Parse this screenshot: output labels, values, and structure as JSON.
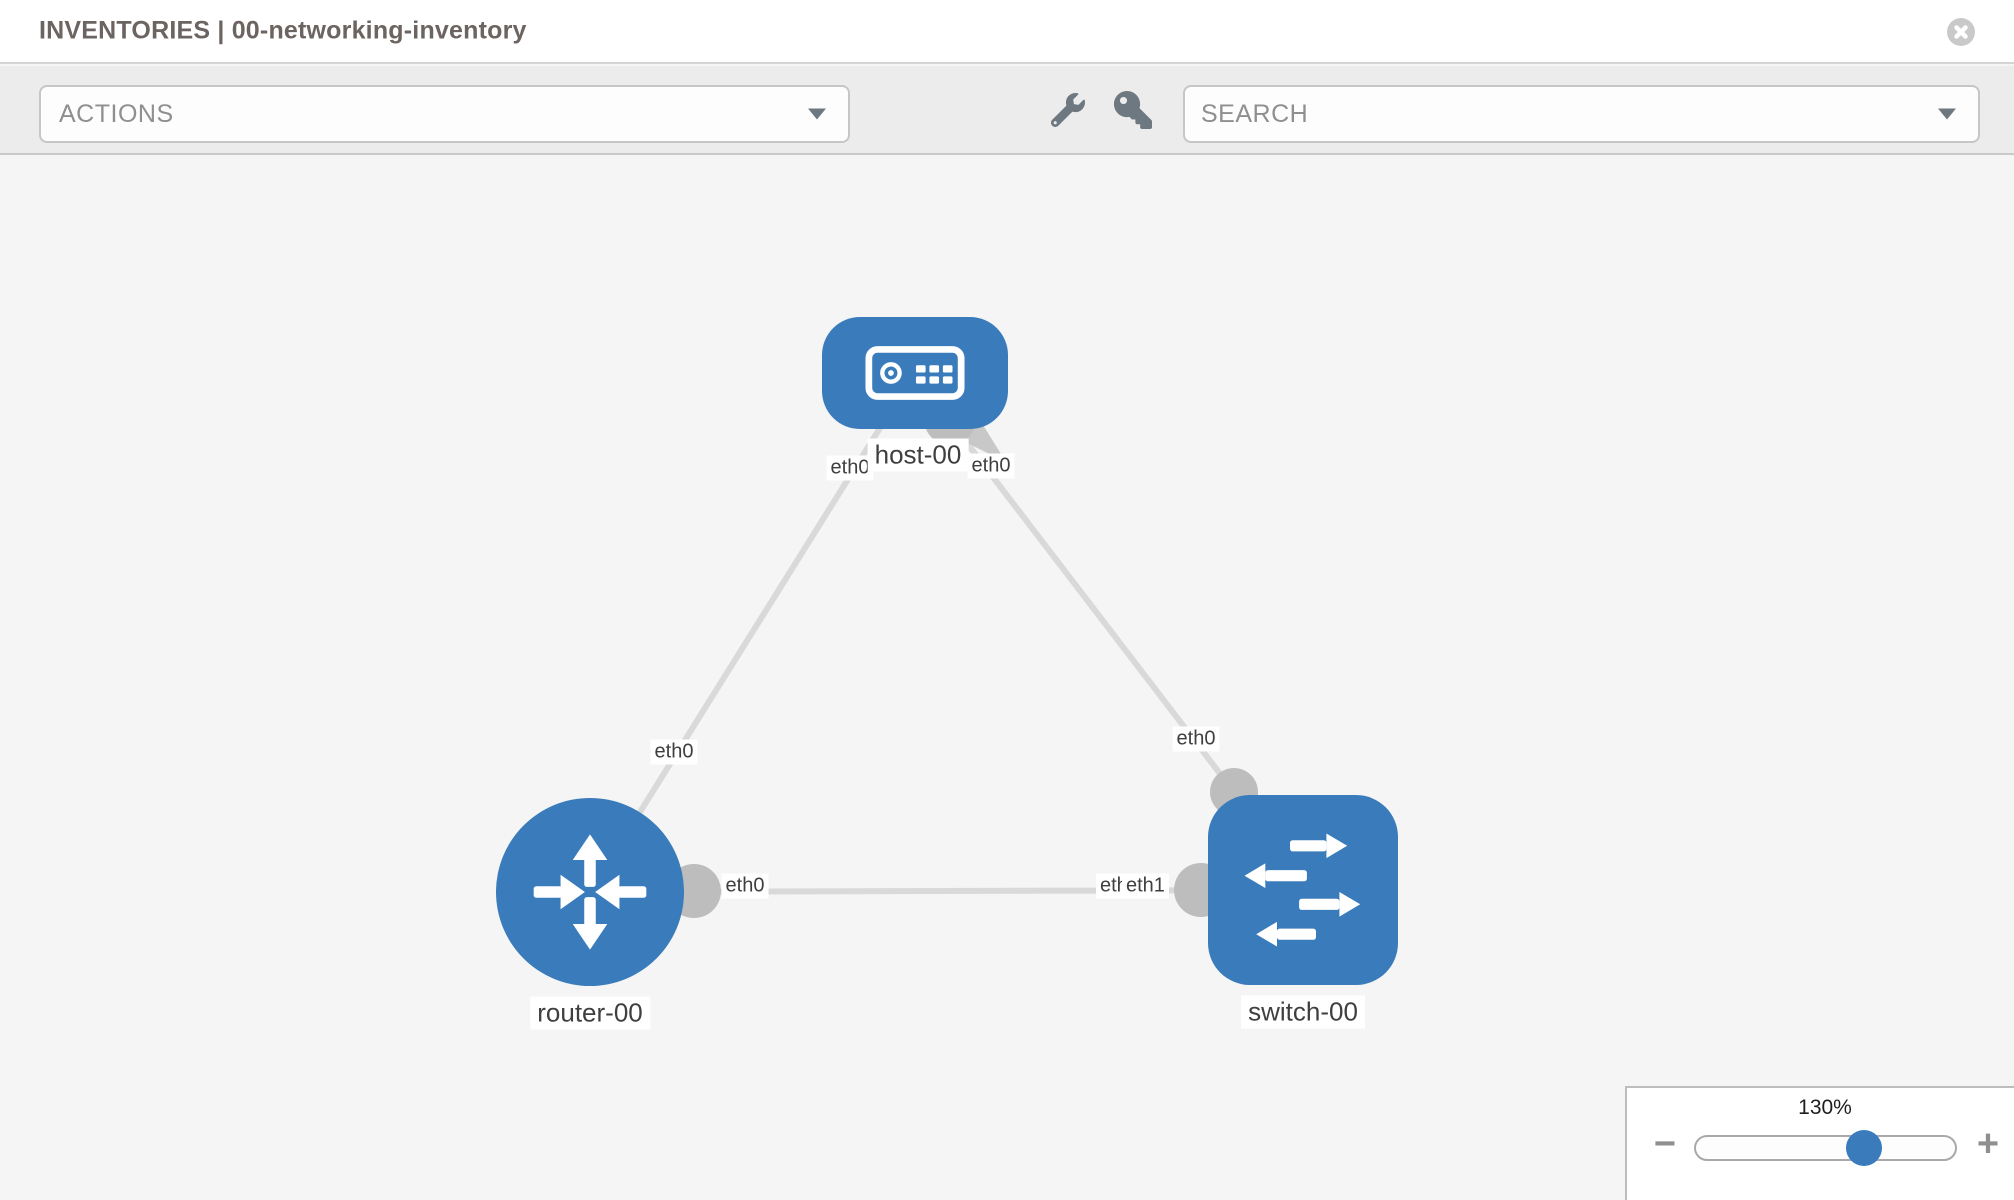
{
  "header": {
    "title": "INVENTORIES | 00-networking-inventory"
  },
  "toolbar": {
    "actions_label": "ACTIONS",
    "search_placeholder": "SEARCH"
  },
  "icons": {
    "header": [
      "close-icon"
    ],
    "toolbar": [
      "wrench-icon",
      "key-icon",
      "caret-down-icon"
    ]
  },
  "topology": {
    "nodes": [
      {
        "id": "host-00",
        "label": "host-00",
        "type": "host"
      },
      {
        "id": "router-00",
        "label": "router-00",
        "type": "router"
      },
      {
        "id": "switch-00",
        "label": "switch-00",
        "type": "switch"
      }
    ],
    "edges": [
      {
        "from": "router-00",
        "to": "host-00",
        "from_interface": "eth0",
        "to_interface": "eth0"
      },
      {
        "from": "switch-00",
        "to": "host-00",
        "from_interface": "eth0",
        "to_interface": "eth0"
      },
      {
        "from": "router-00",
        "to": "switch-00",
        "from_interface": "eth0",
        "to_interface": "eth1",
        "overlapped_label": "eth0"
      }
    ]
  },
  "zoom_control": {
    "level": "130%",
    "minus_label": "−",
    "plus_label": "+"
  },
  "colors": {
    "node_blue": "#3a7cbb",
    "edge_gray": "#d9d9d9",
    "interface_dot_gray": "#bdbdbd",
    "toolbar_bg": "#ececec",
    "canvas_bg": "#f5f5f5"
  }
}
